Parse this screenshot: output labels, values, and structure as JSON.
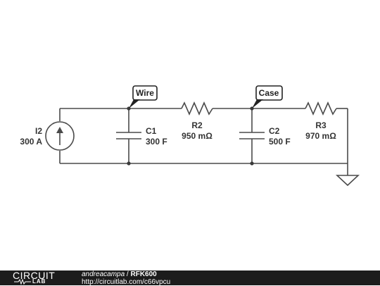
{
  "circuit": {
    "source": {
      "name": "I2",
      "value": "300 A"
    },
    "c1": {
      "name": "C1",
      "value": "300 F"
    },
    "r2": {
      "name": "R2",
      "value": "950 mΩ"
    },
    "c2": {
      "name": "C2",
      "value": "500 F"
    },
    "r3": {
      "name": "R3",
      "value": "970 mΩ"
    },
    "tags": {
      "wire": "Wire",
      "case": "Case"
    }
  },
  "footer": {
    "brand_top": "CIRCUIT",
    "brand_bottom": "LAB",
    "author": "andreacampa",
    "separator": " / ",
    "title": "RFK600",
    "url": "http://circuitlab.com/c66vpcu"
  },
  "colors": {
    "wire": "#4a4a4a",
    "footer_bg": "#1c1c1c",
    "footer_text": "#ffffff"
  }
}
